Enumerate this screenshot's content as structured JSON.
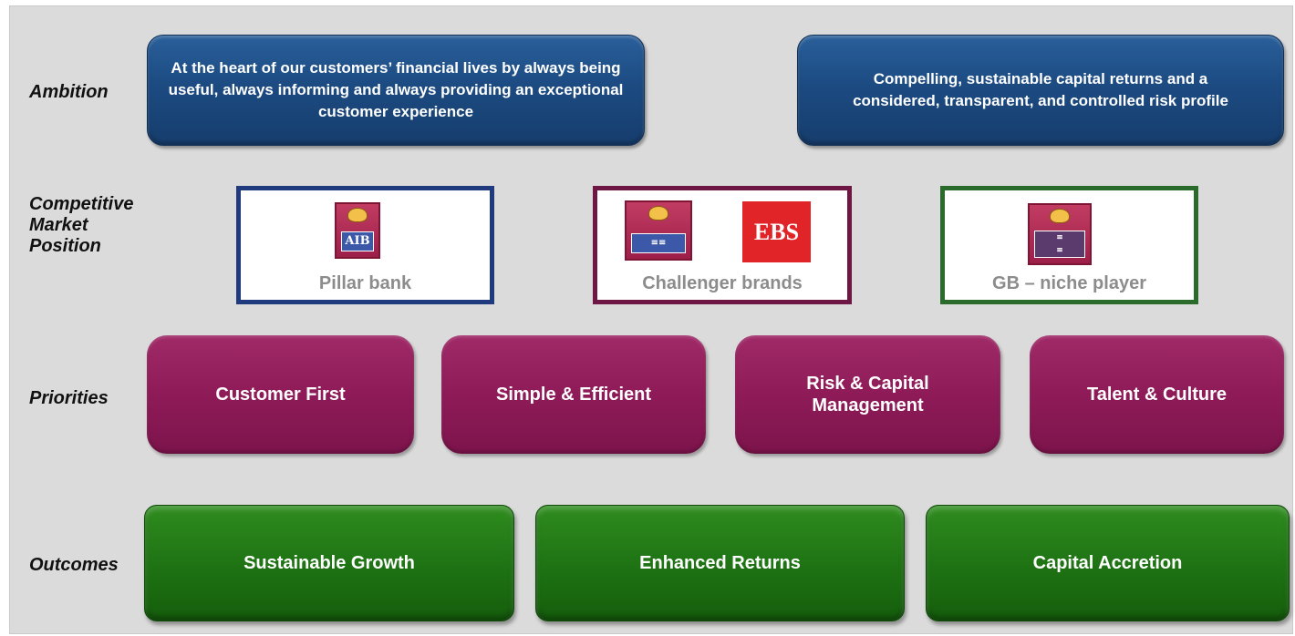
{
  "rows": {
    "ambition": "Ambition",
    "market_position": "Competitive Market Position",
    "priorities": "Priorities",
    "outcomes": "Outcomes"
  },
  "ambition": [
    "At the heart of our customers’ financial lives by always being useful, always informing and always providing an exceptional customer experience",
    "Compelling, sustainable capital returns and a considered, transparent, and controlled risk profile"
  ],
  "market_positions": [
    {
      "label": "Pillar bank",
      "border_color": "#1f3b7d",
      "logos": [
        "aib-logo"
      ],
      "logo_text": "AIB"
    },
    {
      "label": "Challenger brands",
      "border_color": "#6e1744",
      "logos": [
        "aib-logo",
        "ebs-logo"
      ],
      "ebs_text": "EBS"
    },
    {
      "label": "GB – niche player",
      "border_color": "#2a6a2a",
      "logos": [
        "allied-irish-logo"
      ]
    }
  ],
  "priorities": [
    "Customer First",
    "Simple & Efficient",
    "Risk & Capital Management",
    "Talent & Culture"
  ],
  "outcomes": [
    "Sustainable Growth",
    "Enhanced Returns",
    "Capital Accretion"
  ],
  "colors": {
    "ambition": "#1c4b82",
    "priority": "#8e1b58",
    "outcome": "#1f7414",
    "background": "#dbdbdb"
  }
}
